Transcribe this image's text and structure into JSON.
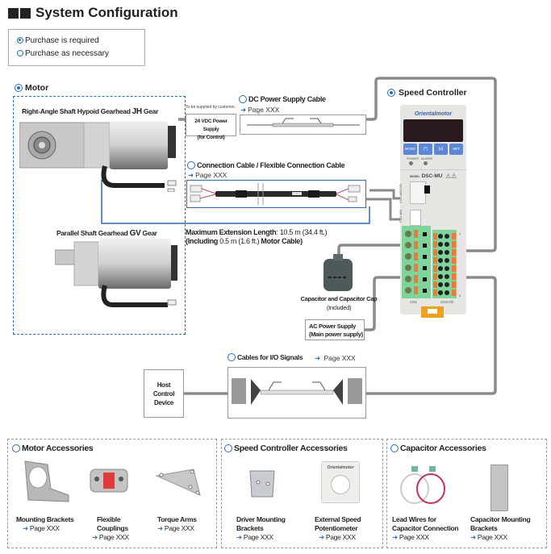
{
  "title": "System Configuration",
  "legend": {
    "items": [
      {
        "icon": "radio-filled-icon",
        "label": "Purchase is required"
      },
      {
        "icon": "radio-empty-icon",
        "label": "Purchase as necessary"
      }
    ]
  },
  "motor": {
    "label": "Motor",
    "gear1": {
      "prefix": "Right-Angle Shaft Hypoid Gearhead ",
      "code": "JH",
      "suffix": " Gear"
    },
    "gear2": {
      "prefix": "Parallel Shaft Gearhead ",
      "code": "GV",
      "suffix": " Gear"
    }
  },
  "dc_supply": {
    "customer_note": "To be supplied by customer.",
    "box_line1": "24 VDC Power Supply",
    "box_line2": "(for Control)",
    "cable_label": "DC Power Supply Cable",
    "page": "Page XXX"
  },
  "connection_cable": {
    "label": "Connection Cable / Flexible Connection Cable",
    "page": "Page XXX",
    "ext_bold1": "Maximum Extension Length",
    "ext_val1": ": 10.5 m (34.4 ft.)",
    "ext_bold2": "(Including",
    "ext_val2": " 0.5 m (1.6 ft.) ",
    "ext_bold3": "Motor Cable)"
  },
  "speed_controller": {
    "label": "Speed Controller",
    "brand": "Orientalmotor",
    "buttons": [
      "MODE",
      "(^)",
      "(v)",
      "SET"
    ],
    "leds": [
      "POWER",
      "ALARM"
    ],
    "model": "DSC-MU",
    "model_prefix": "MODEL",
    "connectors": {
      "cn2": "CN2 MOTOR",
      "cn3": "CN3 M/B",
      "cn1": "CN1",
      "cn4": "CN4 I/O"
    },
    "pin_first": "1",
    "pin_last": "8"
  },
  "capacitor": {
    "label": "Capacitor and Capacitor Cap",
    "note": "(Included)"
  },
  "ac_supply": {
    "line1": "AC Power Supply",
    "line2": "(Main power supply)"
  },
  "io_cable": {
    "label": "Cables for I/O Signals",
    "page": "Page XXX"
  },
  "host": {
    "line1": "Host",
    "line2": "Control",
    "line3": "Device"
  },
  "accessories": {
    "motor": {
      "title": "Motor Accessories",
      "items": [
        {
          "name_line1": "Mounting Brackets",
          "name_line2": "",
          "page": "Page XXX"
        },
        {
          "name_line1": "Flexible",
          "name_line2": "Couplings",
          "page": "Page XXX"
        },
        {
          "name_line1": "Torque Arms",
          "name_line2": "",
          "page": "Page XXX"
        }
      ]
    },
    "speed_controller": {
      "title": "Speed Controller Accessories",
      "items": [
        {
          "name_line1": "Driver Mounting",
          "name_line2": "Brackets",
          "page": "Page XXX"
        },
        {
          "name_line1": "External Speed",
          "name_line2": "Potentiometer",
          "page": "Page XXX",
          "brand": "Orientalmotor"
        }
      ]
    },
    "capacitor": {
      "title": "Capacitor Accessories",
      "items": [
        {
          "name_line1": "Lead Wires for",
          "name_line2": "Capacitor Connection",
          "page": "Page XXX"
        },
        {
          "name_line1": "Capacitor Mounting",
          "name_line2": "Brackets",
          "page": "Page XXX"
        }
      ]
    }
  },
  "colors": {
    "accent_blue": "#2a6db5",
    "line_grey": "#888888",
    "terminal_green": "#6fcf8f",
    "terminal_orange": "#f07a3a",
    "display_dark": "#2a1a1e",
    "button_blue": "#5b87d6",
    "coupling_red": "#e23a3a",
    "lead_wire_magenta": "#c2305f",
    "din_yellow": "#f0a020"
  }
}
